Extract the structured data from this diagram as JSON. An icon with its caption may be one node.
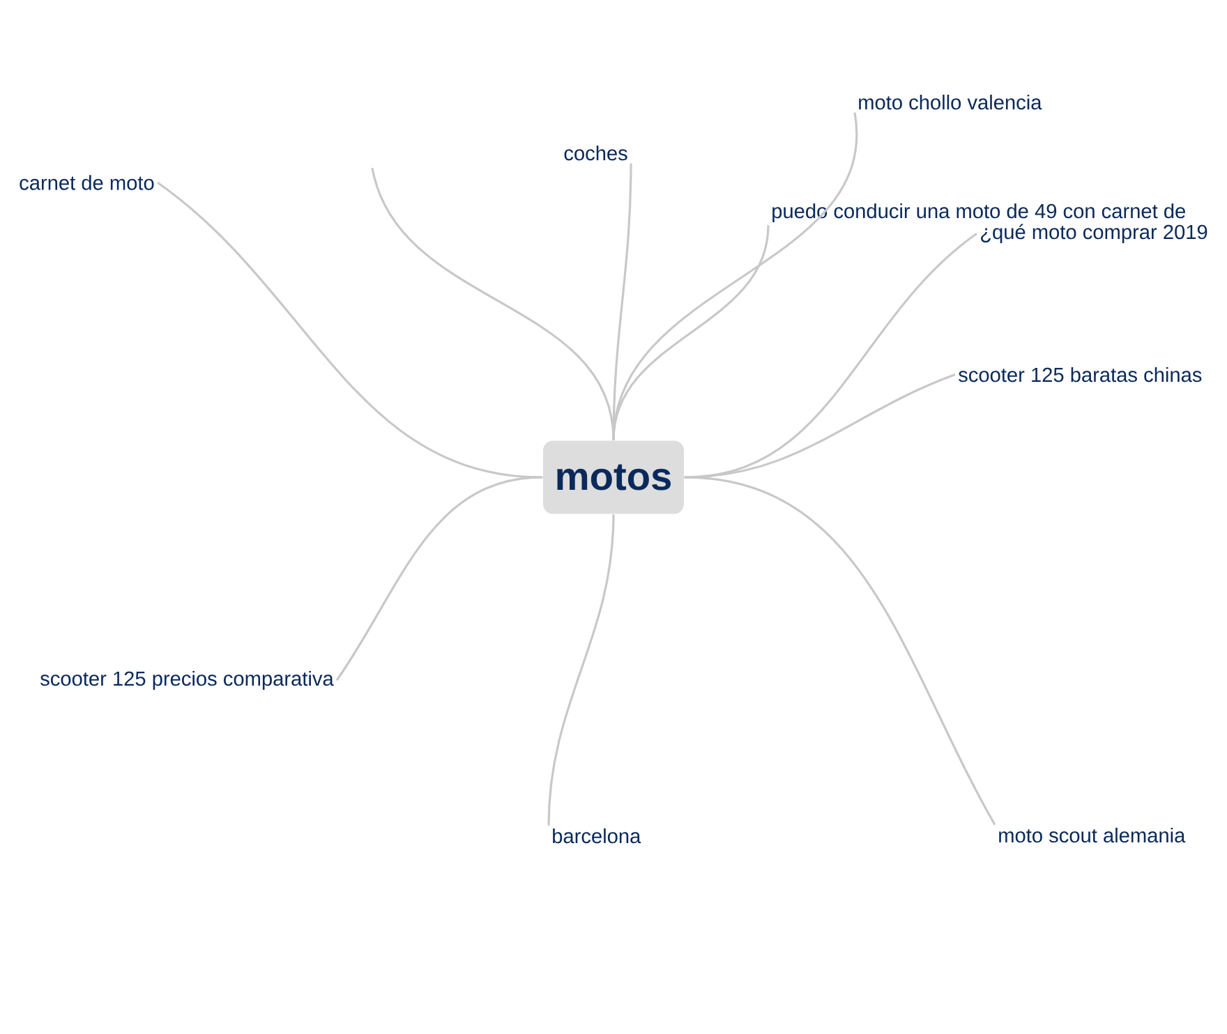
{
  "diagram": {
    "nodes": [
      {
        "text": [
          "motos"
        ]
      },
      {
        "text": [
          "carnet de moto"
        ]
      },
      {
        "text": [
          "coches"
        ]
      },
      {
        "text": [
          "moto chollo valencia"
        ]
      },
      {
        "text": [
          "puedo conducir una moto de 49 con carnet de"
        ]
      },
      {
        "text": [
          "¿qué moto comprar 2019"
        ]
      },
      {
        "text": [
          "scooter 125 baratas chinas"
        ]
      },
      {
        "text": [
          "scooter 125 precios comparativa"
        ]
      },
      {
        "text": [
          "barcelona"
        ]
      },
      {
        "text": [
          "moto scout alemania"
        ]
      }
    ],
    "edges": [
      {
        "from": 0,
        "to": 1,
        "arrow": "none"
      },
      {
        "from": 0,
        "to": null,
        "arrow": "none"
      },
      {
        "from": 0,
        "to": 2,
        "arrow": "none"
      },
      {
        "from": 0,
        "to": 3,
        "arrow": "none"
      },
      {
        "from": 0,
        "to": 4,
        "arrow": "none"
      },
      {
        "from": 0,
        "to": 5,
        "arrow": "none"
      },
      {
        "from": 0,
        "to": 6,
        "arrow": "none"
      },
      {
        "from": 0,
        "to": 7,
        "arrow": "none"
      },
      {
        "from": 0,
        "to": 8,
        "arrow": "none"
      },
      {
        "from": 0,
        "to": 9,
        "arrow": "none"
      }
    ]
  }
}
